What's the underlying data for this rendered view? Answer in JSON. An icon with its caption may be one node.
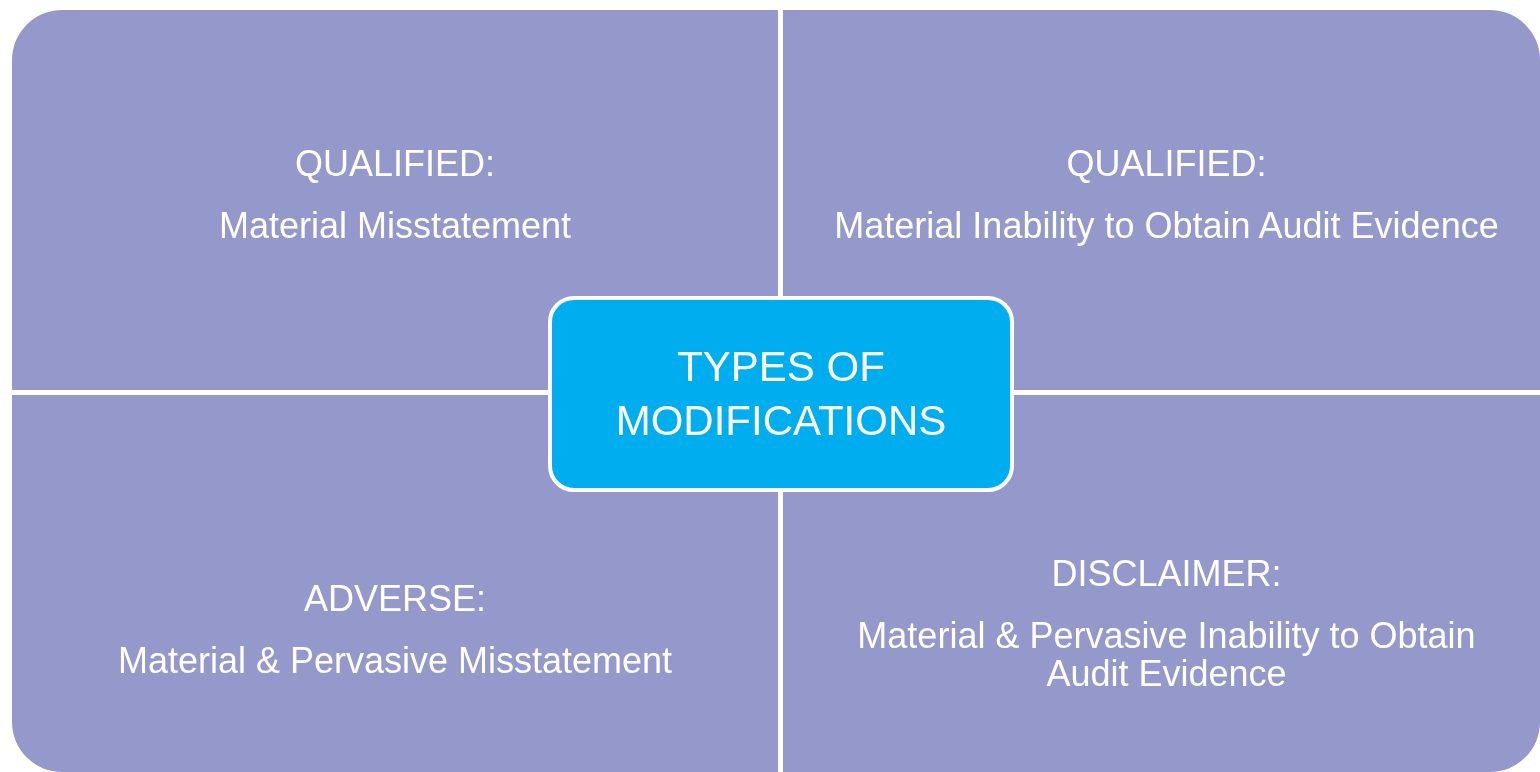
{
  "diagram": {
    "nodes": [
      {
        "text": [
          "QUALIFIED:",
          "Material Misstatement"
        ]
      },
      {
        "text": [
          "QUALIFIED:",
          "Material Inability to Obtain Audit Evidence"
        ]
      },
      {
        "text": [
          "TYPES OF MODIFICATIONS"
        ]
      },
      {
        "text": [
          "ADVERSE:",
          "Material & Pervasive Misstatement"
        ]
      },
      {
        "text": [
          "DISCLAIMER:",
          "Material & Pervasive Inability to Obtain Audit Evidence"
        ]
      }
    ]
  }
}
